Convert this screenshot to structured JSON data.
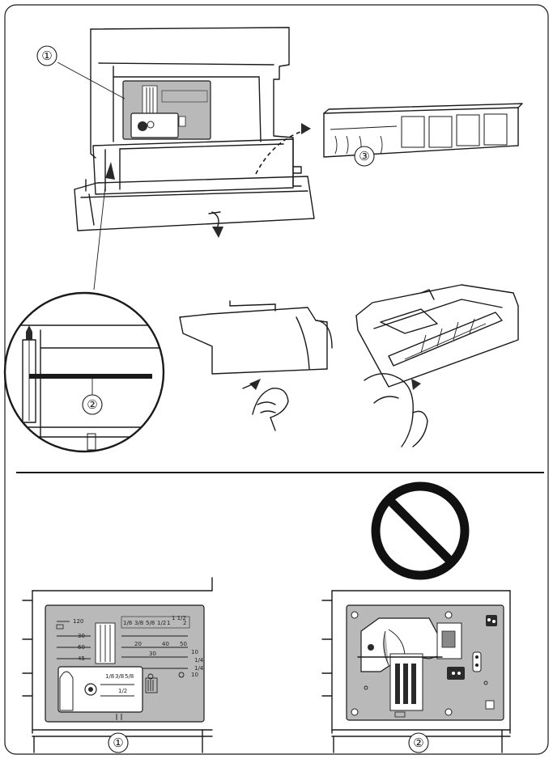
{
  "callouts": {
    "one": "①",
    "two": "②",
    "three": "③"
  },
  "captions": {
    "bottom_left": "①",
    "bottom_right": "②"
  },
  "plate_marks": {
    "guide_120": "120",
    "guide_30": "30",
    "guide_60": "60",
    "guide_45": "45",
    "guide_20": "20",
    "guide_40": "40",
    "guide_50": "50",
    "guide_30b": "30",
    "guide_10": "10",
    "guide_quarter": "1/4",
    "guide_10b": "10",
    "guide_quarter_b": "1/4",
    "frac_1": "1/8",
    "frac_2": "3/8",
    "frac_3": "5/8",
    "frac_4": "1/2",
    "frac_5": "1",
    "frac_6": "1 1/2",
    "frac_7": "2",
    "inset_1": "1/8",
    "inset_2": "3/8",
    "inset_3": "5/8",
    "inset_4": "1/2"
  },
  "prohibited_symbol": "no-symbol-icon"
}
